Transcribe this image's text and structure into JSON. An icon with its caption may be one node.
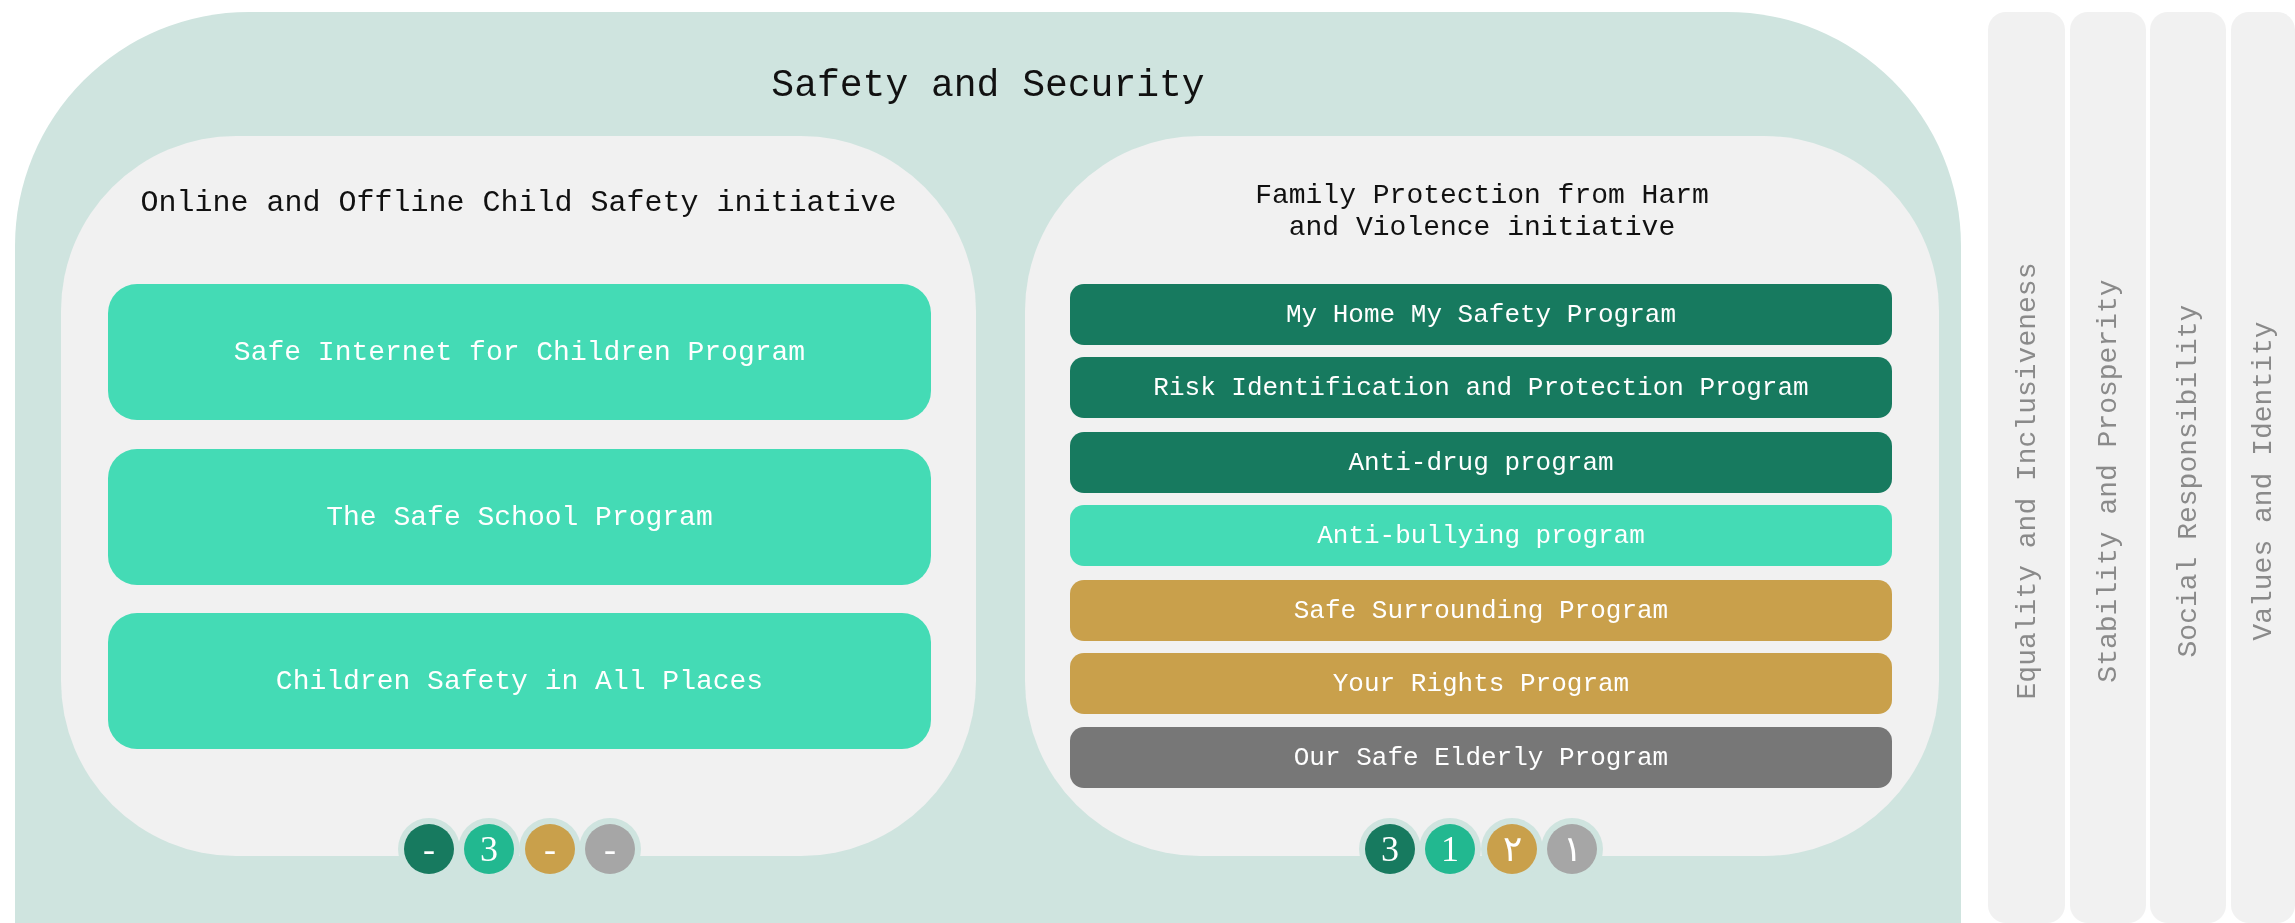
{
  "diagram": {
    "nodes": [
      {
        "text": [
          "Safety and Security"
        ]
      },
      {
        "text": [
          "Online and Offline Child Safety initiative"
        ],
        "in": 0
      },
      {
        "text": [
          "Safe Internet for Children Program"
        ],
        "in": 1
      },
      {
        "text": [
          "The Safe School Program"
        ],
        "in": 1
      },
      {
        "text": [
          "Children Safety in All Places"
        ],
        "in": 1
      },
      {
        "text": [
          "-"
        ],
        "in": 0
      },
      {
        "text": [
          "3"
        ],
        "in": 0
      },
      {
        "text": [
          "-"
        ],
        "in": 0
      },
      {
        "text": [
          "-"
        ],
        "in": 0
      },
      {
        "text": [
          "Family Protection from Harm and Violence initiative"
        ],
        "in": 0
      },
      {
        "text": [
          "My Home My Safety Program"
        ],
        "in": 9
      },
      {
        "text": [
          "Risk Identification and Protection Program"
        ],
        "in": 9
      },
      {
        "text": [
          "Anti-drug program"
        ],
        "in": 9
      },
      {
        "text": [
          "Anti-bullying program"
        ],
        "in": 9
      },
      {
        "text": [
          "Safe Surrounding Program"
        ],
        "in": 9
      },
      {
        "text": [
          "Your Rights Program"
        ],
        "in": 9
      },
      {
        "text": [
          "Our Safe Elderly Program"
        ],
        "in": 9
      },
      {
        "text": [
          "3"
        ],
        "in": 0
      },
      {
        "text": [
          "1"
        ],
        "in": 0
      },
      {
        "text": [
          "٢"
        ],
        "in": 0
      },
      {
        "text": [
          "١"
        ],
        "in": 0
      },
      {
        "text": [
          "Equality and Inclusiveness"
        ]
      },
      {
        "text": [
          "Stability and Prosperity"
        ]
      },
      {
        "text": [
          "Social Responsibility"
        ]
      },
      {
        "text": [
          "Values and Identity"
        ]
      }
    ],
    "edges": []
  }
}
